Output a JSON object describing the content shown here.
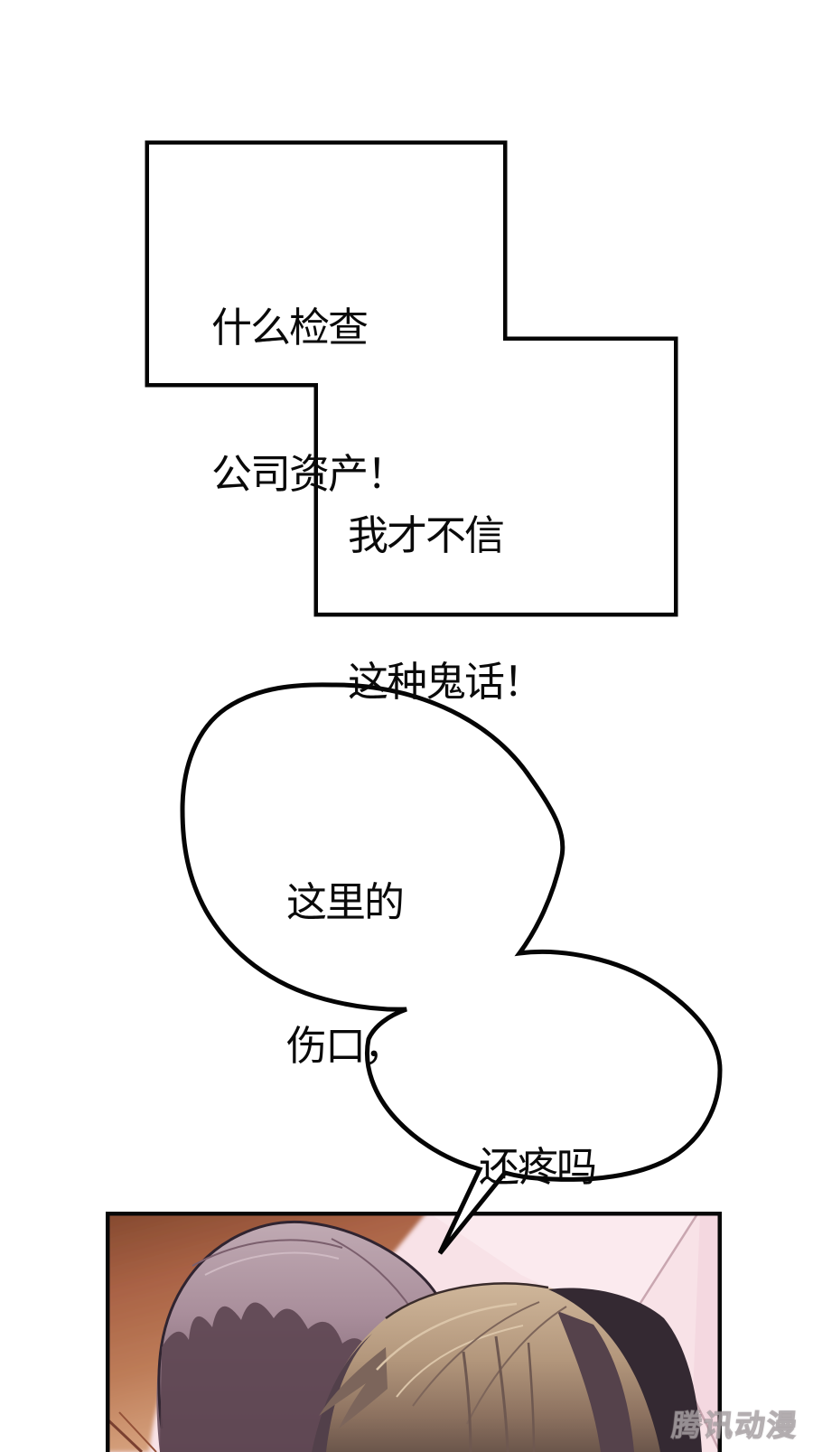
{
  "speech": {
    "box1": {
      "line1": "什么检查",
      "line2": "公司资产！"
    },
    "box2": {
      "line1": "我才不信",
      "line2": "这种鬼话！"
    },
    "bubble1": {
      "line1": "这里的",
      "line2": "伤口，"
    },
    "bubble2": {
      "line1": "还疼吗"
    }
  },
  "panel": {
    "watermark": "腾讯动漫",
    "colors": {
      "ink": "#000000",
      "paper": "#ffffff",
      "wall_pink": "#f8e2e7",
      "wall_pink_light": "#fbeaee",
      "wall_line": "#c9a6b0",
      "background_sienna": "#a96245",
      "purple_hair_light": "#bca5af",
      "purple_hair_dark": "#5e4753",
      "brown_hair_light": "#cfb69a",
      "brown_hair_dark": "#342932",
      "skin": "#f7e9e5"
    }
  }
}
